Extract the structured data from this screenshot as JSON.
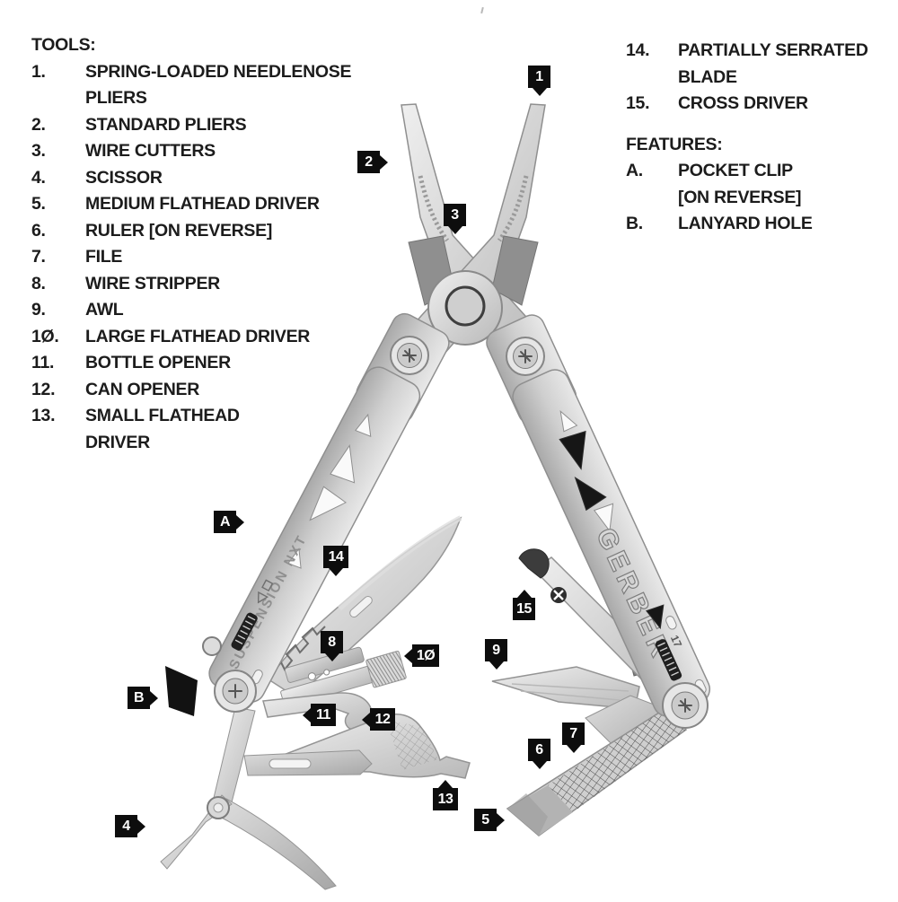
{
  "tools_list": {
    "heading": "TOOLS:",
    "items": [
      {
        "num": "1.",
        "line1": "SPRING-LOADED NEEDLENOSE",
        "line2": "PLIERS"
      },
      {
        "num": "2.",
        "line1": "STANDARD PLIERS",
        "line2": ""
      },
      {
        "num": "3.",
        "line1": "WIRE CUTTERS",
        "line2": ""
      },
      {
        "num": "4.",
        "line1": "SCISSOR",
        "line2": ""
      },
      {
        "num": "5.",
        "line1": "MEDIUM FLATHEAD DRIVER",
        "line2": ""
      },
      {
        "num": "6.",
        "line1": "RULER [ON REVERSE]",
        "line2": ""
      },
      {
        "num": "7.",
        "line1": "FILE",
        "line2": ""
      },
      {
        "num": "8.",
        "line1": "WIRE STRIPPER",
        "line2": ""
      },
      {
        "num": "9.",
        "line1": "AWL",
        "line2": ""
      },
      {
        "num": "1Ø.",
        "line1": "LARGE FLATHEAD DRIVER",
        "line2": ""
      },
      {
        "num": "11.",
        "line1": "BOTTLE OPENER",
        "line2": ""
      },
      {
        "num": "12.",
        "line1": "CAN OPENER",
        "line2": ""
      },
      {
        "num": "13.",
        "line1": "SMALL FLATHEAD",
        "line2": "DRIVER"
      }
    ]
  },
  "blade_list": {
    "items": [
      {
        "num": "14.",
        "line1": "PARTIALLY SERRATED",
        "line2": "BLADE"
      },
      {
        "num": "15.",
        "line1": "CROSS DRIVER",
        "line2": ""
      }
    ],
    "features_heading": "FEATURES:",
    "features": [
      {
        "num": "A.",
        "line1": "POCKET CLIP",
        "line2": "[ON REVERSE]"
      },
      {
        "num": "B.",
        "line1": "LANYARD HOLE",
        "line2": ""
      }
    ]
  },
  "callouts": {
    "c1": {
      "label": "1"
    },
    "c2": {
      "label": "2"
    },
    "c3": {
      "label": "3"
    },
    "c4": {
      "label": "4"
    },
    "c5": {
      "label": "5"
    },
    "c6": {
      "label": "6"
    },
    "c7": {
      "label": "7"
    },
    "c8": {
      "label": "8"
    },
    "c9": {
      "label": "9"
    },
    "c10": {
      "label": "1Ø"
    },
    "c11": {
      "label": "11"
    },
    "c12": {
      "label": "12"
    },
    "c13": {
      "label": "13"
    },
    "c14": {
      "label": "14"
    },
    "c15": {
      "label": "15"
    },
    "cA": {
      "label": "A"
    },
    "cB": {
      "label": "B"
    }
  },
  "engravings": {
    "brand": "GERBER",
    "model": "SUSPENSION NXT",
    "ruler_mark": "17"
  },
  "colors": {
    "background": "#ffffff",
    "text": "#1c1c1c",
    "tag_bg": "#0d0d0d",
    "tag_text": "#ffffff",
    "metal_light": "#eaeaea",
    "metal_mid": "#c2c2c2",
    "metal_dark": "#8e8e8e",
    "accent_black": "#161616"
  }
}
